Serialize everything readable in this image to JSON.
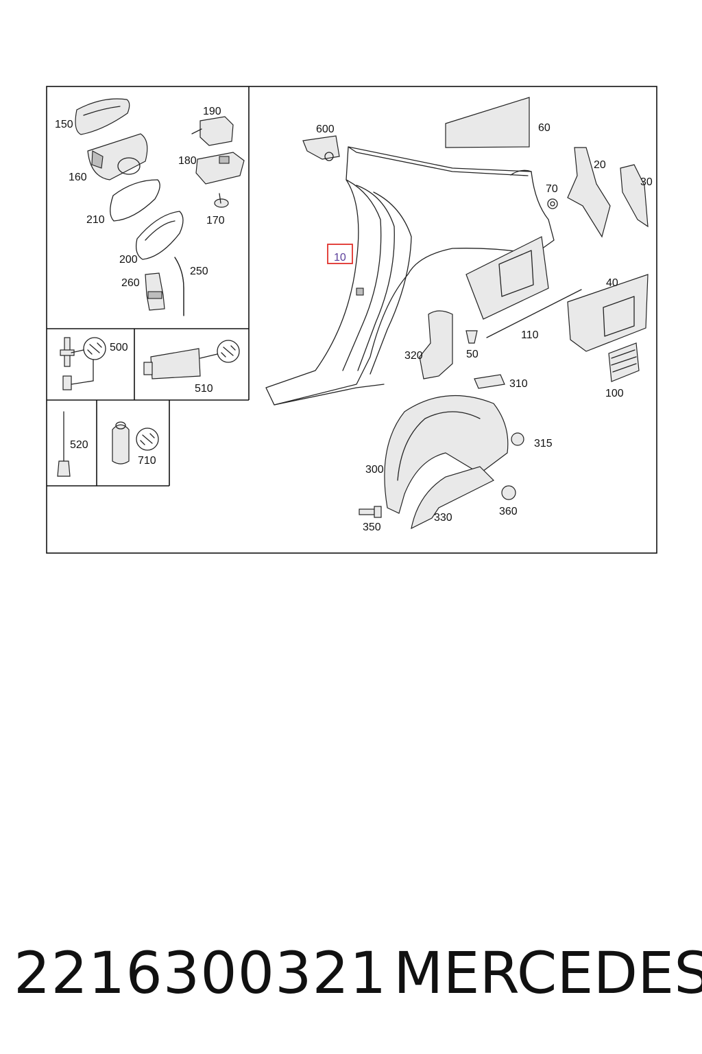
{
  "diagram": {
    "callouts": {
      "c150": "150",
      "c190": "190",
      "c160": "160",
      "c180": "180",
      "c210": "210",
      "c170": "170",
      "c200": "200",
      "c250": "250",
      "c260": "260",
      "c500": "500",
      "c510": "510",
      "c520": "520",
      "c710": "710",
      "c600": "600",
      "c60": "60",
      "c20": "20",
      "c30": "30",
      "c70": "70",
      "c10": "10",
      "c40": "40",
      "c110": "110",
      "c50": "50",
      "c320": "320",
      "c310": "310",
      "c100": "100",
      "c315": "315",
      "c300": "300",
      "c360": "360",
      "c330": "330",
      "c350": "350"
    },
    "highlighted_part": "10",
    "highlight_color": "#e0302a"
  },
  "footer": {
    "part_number": "2216300321",
    "brand": "MERCEDES"
  }
}
